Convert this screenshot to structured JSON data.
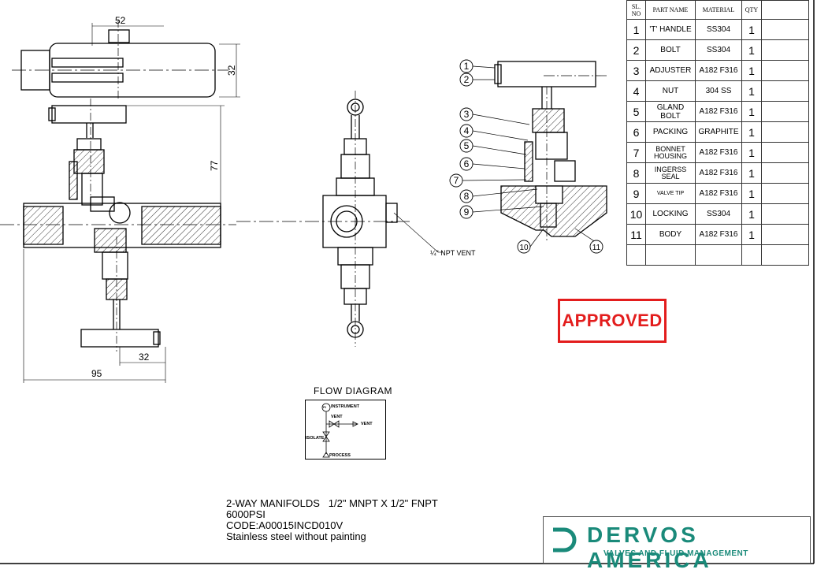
{
  "dimensions": {
    "top_width": "52",
    "top_height": "32",
    "front_height": "77",
    "bottom_width": "32",
    "overall_width": "95"
  },
  "vent_note": "¼\" NPT VENT",
  "balloons": [
    "1",
    "2",
    "3",
    "4",
    "5",
    "6",
    "7",
    "8",
    "9",
    "10",
    "11"
  ],
  "parts_table": {
    "headers": [
      "SL. NO",
      "PART NAME",
      "MATERIAL",
      "QTY"
    ],
    "rows": [
      {
        "no": "1",
        "name": "'T' HANDLE",
        "material": "SS304",
        "qty": "1"
      },
      {
        "no": "2",
        "name": "BOLT",
        "material": "SS304",
        "qty": "1"
      },
      {
        "no": "3",
        "name": "ADJUSTER",
        "material": "A182 F316",
        "qty": "1"
      },
      {
        "no": "4",
        "name": "NUT",
        "material": "304 SS",
        "qty": "1"
      },
      {
        "no": "5",
        "name": "GLAND BOLT",
        "material": "A182 F316",
        "qty": "1"
      },
      {
        "no": "6",
        "name": "PACKING",
        "material": "GRAPHITE",
        "qty": "1"
      },
      {
        "no": "7",
        "name": "BONNET HOUSING",
        "material": "A182 F316",
        "qty": "1"
      },
      {
        "no": "8",
        "name": "INGERSS SEAL",
        "material": "A182 F316",
        "qty": "1"
      },
      {
        "no": "9",
        "name": "VALVE TIP",
        "material": "A182 F316",
        "qty": "1"
      },
      {
        "no": "10",
        "name": "LOCKING",
        "material": "SS304",
        "qty": "1"
      },
      {
        "no": "11",
        "name": "BODY",
        "material": "A182 F316",
        "qty": "1"
      }
    ]
  },
  "stamp": "APPROVED",
  "flow_diagram": {
    "title": "FLOW DIAGRAM",
    "instrument": "INSTRUMENT",
    "vent_top": "VENT",
    "vent_right": "VENT",
    "isolate": "ISOLATE",
    "process": "PROCESS",
    "gauge_symbol": "PI"
  },
  "notes": [
    "2-WAY MANIFOLDS   1/2\" MNPT X 1/2\" FNPT",
    "6000PSI",
    "CODE:A00015INCD010V",
    "Stainless steel without painting"
  ],
  "logo": {
    "name": "DERVOS AMERICA",
    "tagline": "VALVES AND FLUID MANAGEMENT",
    "color": "#1a8a7a"
  },
  "stamp_color": "#e31d1d"
}
